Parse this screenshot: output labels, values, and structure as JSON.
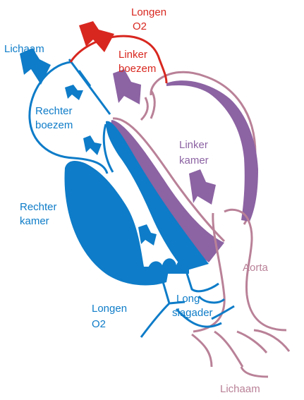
{
  "colors": {
    "blue": "#0e7cc8",
    "red": "#d8271f",
    "purple": "#8c63a3",
    "mauve": "#b98197"
  },
  "labels": {
    "longen_o2_top_line1": "Longen",
    "longen_o2_top_line2": "O2",
    "lichaam_top": "Lichaam",
    "linker_boezem_line1": "Linker",
    "linker_boezem_line2": "boezem",
    "rechter_boezem_line1": "Rechter",
    "rechter_boezem_line2": "boezem",
    "linker_kamer_line1": "Linker",
    "linker_kamer_line2": "kamer",
    "rechter_kamer_line1": "Rechter",
    "rechter_kamer_line2": "kamer",
    "aorta": "Aorta",
    "longslagader_line1": "Long",
    "longslagader_line2": "slagader",
    "longen_o2_bottom_line1": "Longen",
    "longen_o2_bottom_line2": "O2",
    "lichaam_bottom": "Lichaam"
  }
}
